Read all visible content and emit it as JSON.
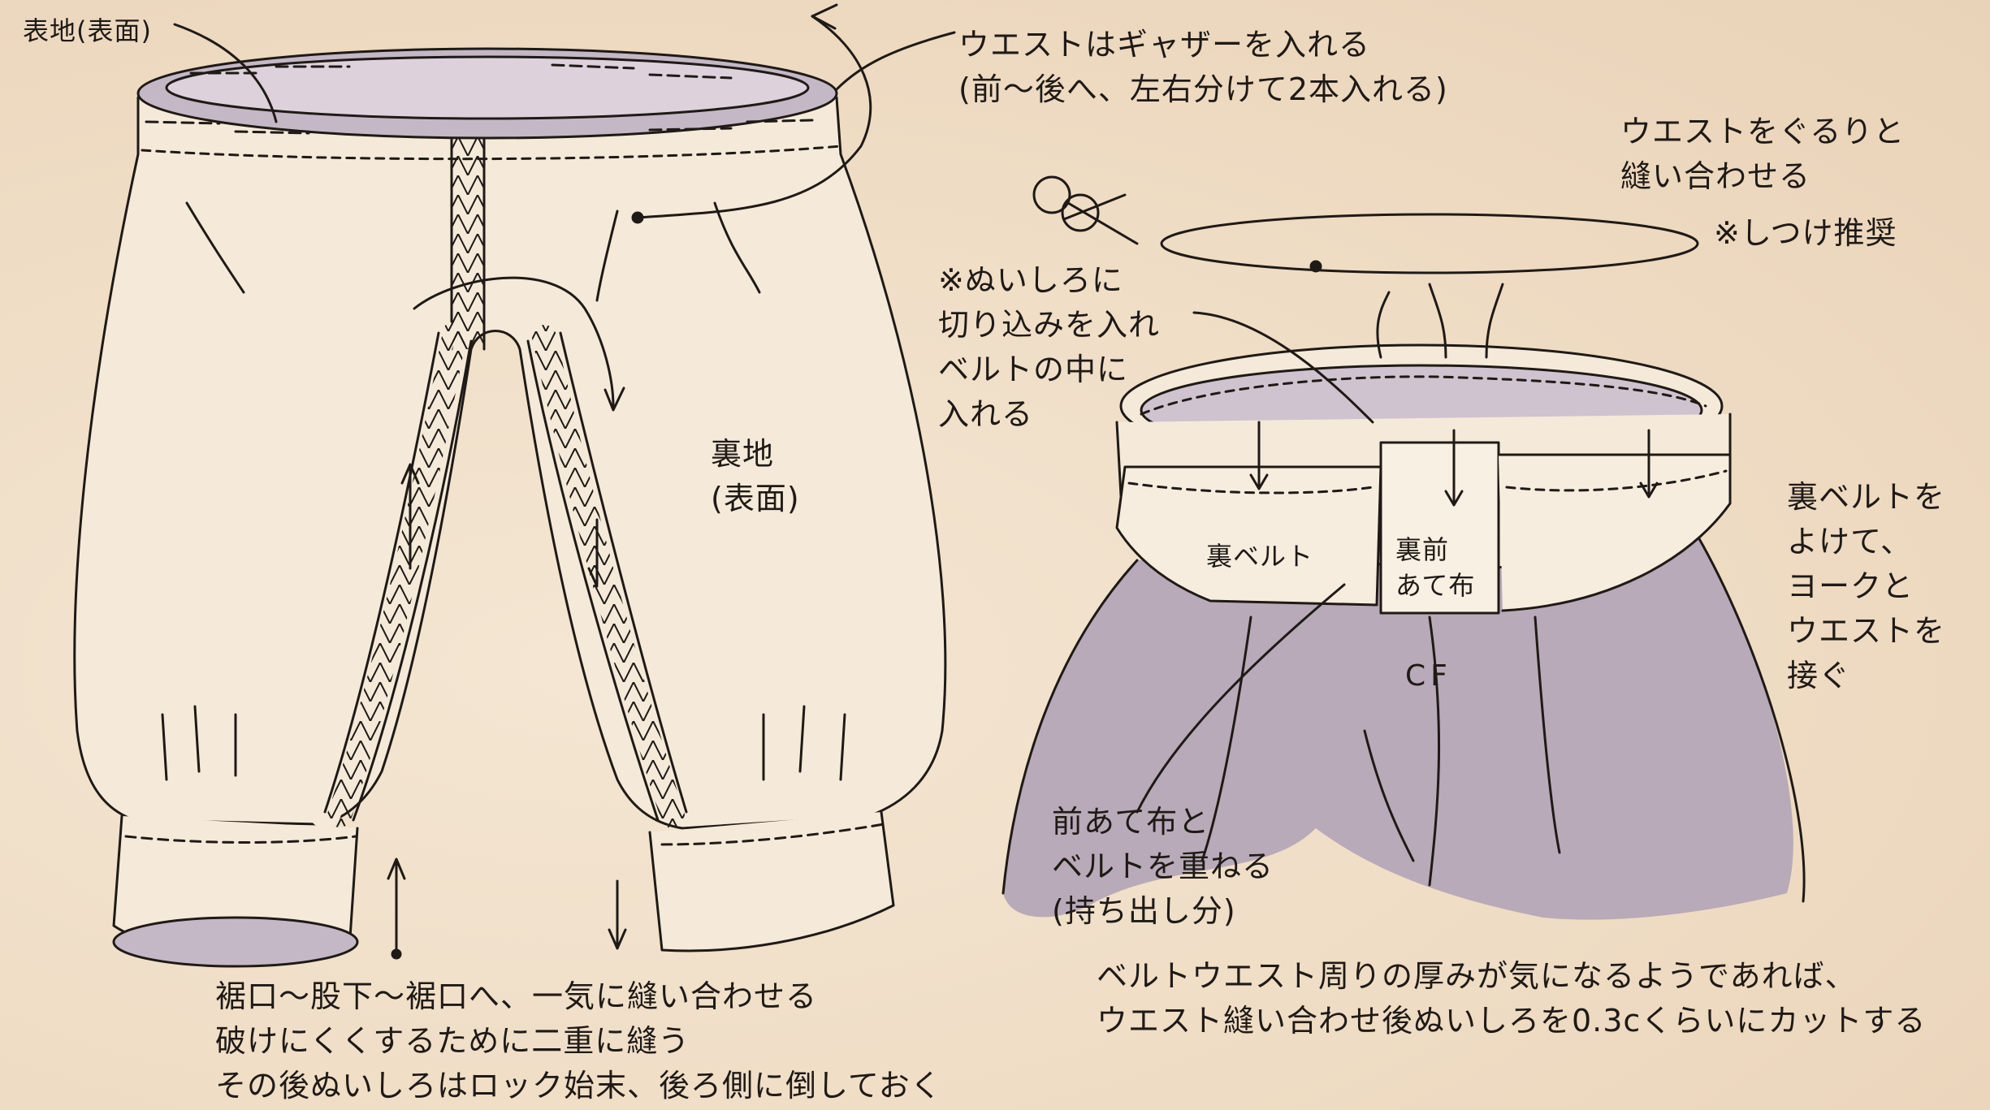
{
  "colors": {
    "paper": "#f1e1cc",
    "fabric": "#f5ead9",
    "lining_shade": "#b8aab8",
    "outline": "#1f1a16"
  },
  "labels": {
    "outer_fabric": "表地(表面)",
    "waist_gather": [
      "ウエストはギャザーを入れる",
      "(前〜後へ、左右分けて2本入れる)"
    ],
    "sew_around": [
      "ウエストをぐるりと",
      "縫い合わせる"
    ],
    "basting": "※しつけ推奨",
    "notch": [
      "※ぬいしろに",
      "切り込みを入れ",
      "ベルトの中に",
      "入れる"
    ],
    "lining": [
      "裏地",
      "(表面)"
    ],
    "inner_belt": "裏ベルト",
    "inner_front_facing": [
      "裏前",
      "あて布"
    ],
    "join_yoke": [
      "裏ベルトを",
      "よけて、",
      "ヨークと",
      "ウエストを",
      "接ぐ"
    ],
    "cf": "CF",
    "overlap": [
      "前あて布と",
      "ベルトを重ねる",
      "(持ち出し分)"
    ],
    "hem_seam": [
      "裾口〜股下〜裾口へ、一気に縫い合わせる",
      "破けにくくするために二重に縫う",
      "その後ぬいしろはロック始末、後ろ側に倒しておく"
    ],
    "thickness_note": [
      "ベルトウエスト周りの厚みが気になるようであれば、",
      "ウエスト縫い合わせ後ぬいしろを0.3cくらいにカットする"
    ]
  }
}
